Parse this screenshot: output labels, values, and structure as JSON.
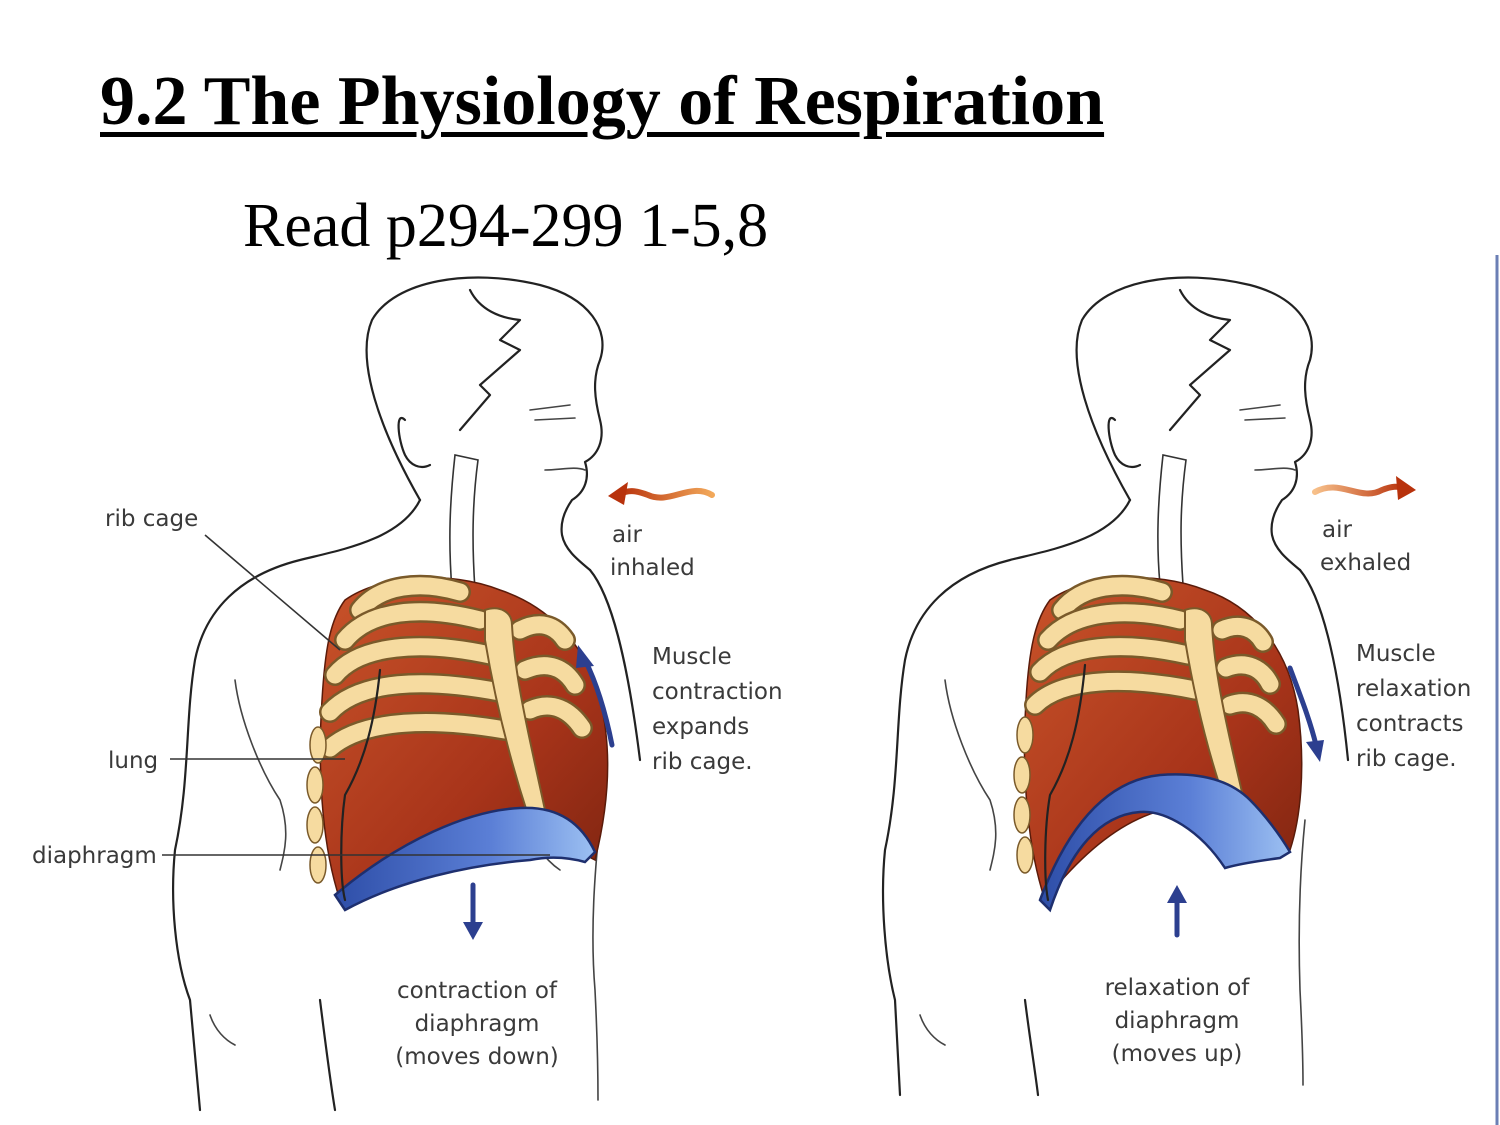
{
  "title": "9.2 The Physiology of Respiration",
  "subtitle": "Read p294-299 1-5,8",
  "left_figure": {
    "labels": {
      "rib_cage": "rib cage",
      "lung": "lung",
      "diaphragm": "diaphragm"
    },
    "air": [
      "air",
      "inhaled"
    ],
    "muscle": [
      "Muscle",
      "contraction",
      "expands",
      "rib cage."
    ],
    "diaphragm_note": [
      "contraction of",
      "diaphragm",
      "(moves down)"
    ]
  },
  "right_figure": {
    "air": [
      "air",
      "exhaled"
    ],
    "muscle": [
      "Muscle",
      "relaxation",
      "contracts",
      "rib cage."
    ],
    "diaphragm_note": [
      "relaxation of",
      "diaphragm",
      "(moves up)"
    ]
  },
  "colors": {
    "lung": "#b8421c",
    "lung_dark": "#7d2410",
    "rib": "#f6dba0",
    "diaphragm": "#4f6fc9",
    "diaphragm_light": "#8fb4ef",
    "air_arrow": "#c4400f",
    "motion_arrow": "#2c3f8f"
  }
}
